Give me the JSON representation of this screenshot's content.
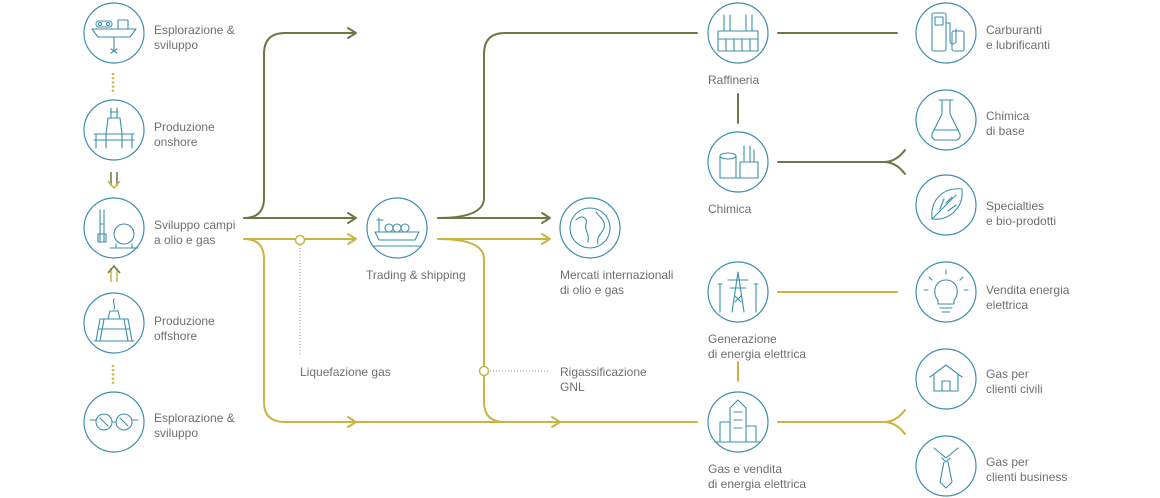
{
  "colors": {
    "oil_flow": "#6b7a45",
    "gas_flow": "#c9b544",
    "icon_stroke": "#3e8faa",
    "text": "#6f6f6f"
  },
  "nodes": [
    {
      "id": "esplorazione-top",
      "icon": "survey-ship-icon",
      "lines": [
        "Esplorazione &",
        "sviluppo"
      ]
    },
    {
      "id": "produzione-onshore",
      "icon": "onshore-rig-icon",
      "lines": [
        "Produzione",
        "onshore"
      ]
    },
    {
      "id": "sviluppo-campi",
      "icon": "field-development-icon",
      "lines": [
        "Sviluppo campi",
        "a olio e gas"
      ]
    },
    {
      "id": "produzione-offshore",
      "icon": "offshore-platform-icon",
      "lines": [
        "Produzione",
        "offshore"
      ]
    },
    {
      "id": "esplorazione-bottom",
      "icon": "goggles-icon",
      "lines": [
        "Esplorazione &",
        "sviluppo"
      ]
    },
    {
      "id": "trading-shipping",
      "icon": "lng-tanker-icon",
      "lines": [
        "Trading & shipping"
      ]
    },
    {
      "id": "mercati-internazionali",
      "icon": "globe-icon",
      "lines": [
        "Mercati internazionali",
        "di olio e gas"
      ]
    },
    {
      "id": "raffineria",
      "icon": "refinery-icon",
      "lines": [
        "Raffineria"
      ]
    },
    {
      "id": "chimica",
      "icon": "chemical-plant-icon",
      "lines": [
        "Chimica"
      ]
    },
    {
      "id": "generazione",
      "icon": "power-pylon-icon",
      "lines": [
        "Generazione",
        "di energia elettrica"
      ]
    },
    {
      "id": "gas-vendita",
      "icon": "city-buildings-icon",
      "lines": [
        "Gas e vendita",
        "di energia elettrica"
      ]
    },
    {
      "id": "carburanti",
      "icon": "fuel-pump-icon",
      "lines": [
        "Carburanti",
        "e lubrificanti"
      ]
    },
    {
      "id": "chimica-base",
      "icon": "flask-icon",
      "lines": [
        "Chimica",
        "di base"
      ]
    },
    {
      "id": "specialties",
      "icon": "bio-leaf-icon",
      "lines": [
        "Specialties",
        "e bio-prodotti"
      ]
    },
    {
      "id": "vendita-energia",
      "icon": "light-bulb-icon",
      "lines": [
        "Vendita energia",
        "elettrica"
      ]
    },
    {
      "id": "gas-civili",
      "icon": "house-icon",
      "lines": [
        "Gas per",
        "clienti civili"
      ]
    },
    {
      "id": "gas-business",
      "icon": "business-tie-icon",
      "lines": [
        "Gas per",
        "clienti business"
      ]
    }
  ],
  "annotations": [
    {
      "id": "liquefazione",
      "lines": [
        "Liquefazione gas"
      ]
    },
    {
      "id": "rigassificazione",
      "lines": [
        "Rigassificazione",
        "GNL"
      ]
    }
  ]
}
